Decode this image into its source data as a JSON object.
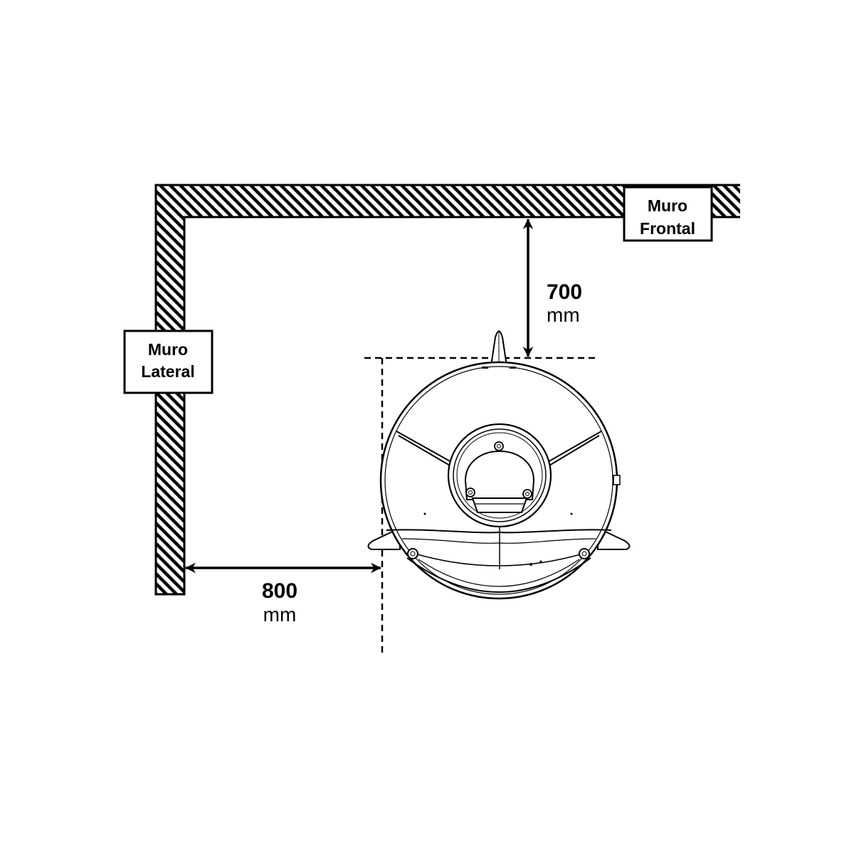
{
  "diagram": {
    "walls": {
      "front": {
        "label_line1": "Muro",
        "label_line2": "Frontal"
      },
      "side": {
        "label_line1": "Muro",
        "label_line2": "Lateral"
      }
    },
    "dimensions": {
      "front_clearance": {
        "value": 700,
        "unit": "mm"
      },
      "side_clearance": {
        "value": 800,
        "unit": "mm"
      }
    },
    "colors": {
      "line": "#000000",
      "background": "#ffffff"
    }
  }
}
